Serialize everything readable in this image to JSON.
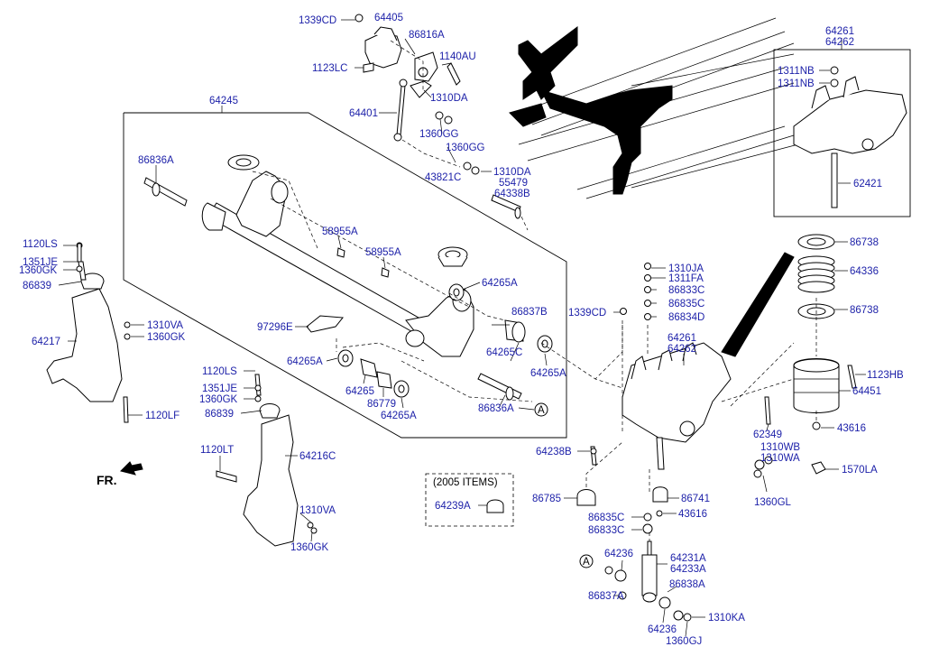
{
  "labels": {
    "l1339CD_top": "1339CD",
    "l64405": "64405",
    "l86816A": "86816A",
    "l1140AU": "1140AU",
    "l1123LC": "1123LC",
    "l1310DA_a": "1310DA",
    "l64401": "64401",
    "l1360GG_a": "1360GG",
    "l1360GG_b": "1360GG",
    "l43821C": "43821C",
    "l1310DA_b": "1310DA",
    "l55479": "55479",
    "l64338B": "64338B",
    "l64245": "64245",
    "l86836A_a": "86836A",
    "l58955A_a": "58955A",
    "l58955A_b": "58955A",
    "l64265A_a": "64265A",
    "l86837B": "86837B",
    "l64265C": "64265C",
    "l64265A_b": "64265A",
    "l97296E": "97296E",
    "l64265A_c": "64265A",
    "l64265": "64265",
    "l86779": "86779",
    "l64265A_d": "64265A",
    "l86836A_b": "86836A",
    "l1120LS_a": "1120LS",
    "l1351JE_a": "1351JE",
    "l1360GK_a": "1360GK",
    "l86839_a": "86839",
    "l64217": "64217",
    "l1310VA_a": "1310VA",
    "l1360GK_b": "1360GK",
    "l1120LF": "1120LF",
    "l1120LS_b": "1120LS",
    "l1351JE_b": "1351JE",
    "l1360GK_c": "1360GK",
    "l86839_b": "86839",
    "l1120LT": "1120LT",
    "l64216C": "64216C",
    "l1310VA_b": "1310VA",
    "l1360GK_d": "1360GK",
    "l64261_top": "64261",
    "l64262_top": "64262",
    "l1311NB_a": "1311NB",
    "l1311NB_b": "1311NB",
    "l62421": "62421",
    "l86738_a": "86738",
    "l64336": "64336",
    "l86738_b": "86738",
    "l1339CD_mid": "1339CD",
    "l1310JA": "1310JA",
    "l1311FA": "1311FA",
    "l86833C_a": "86833C",
    "l86835C_a": "86835C",
    "l86834D": "86834D",
    "l64261_mid": "64261",
    "l64262_mid": "64262",
    "l1123HB": "1123HB",
    "l64451": "64451",
    "l62349": "62349",
    "l43616_a": "43616",
    "l1310WB": "1310WB",
    "l1310WA": "1310WA",
    "l1570LA": "1570LA",
    "l1360GL": "1360GL",
    "l64238B": "64238B",
    "l86785": "86785",
    "l86741": "86741",
    "l86835C_b": "86835C",
    "l43616_b": "43616",
    "l86833C_b": "86833C",
    "l64236_a": "64236",
    "l64231A": "64231A",
    "l64233A": "64233A",
    "l86837A": "86837A",
    "l86838A": "86838A",
    "l64236_b": "64236",
    "l1310KA": "1310KA",
    "l1360GJ": "1360GJ",
    "l64239A": "64239A"
  },
  "note": {
    "title": "(2005 ITEMS)"
  },
  "callout_a": "A",
  "front_marker": "FR.",
  "colors": {
    "label": "#1b1fa8",
    "line": "#000000"
  }
}
